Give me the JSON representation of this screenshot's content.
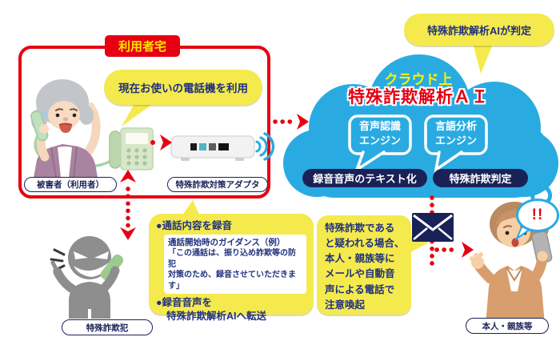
{
  "colors": {
    "red": "#E60012",
    "yellow": "#F4EA4D",
    "cloud_blue": "#29ABE2",
    "navy": "#1A2157",
    "text_navy": "#21317E",
    "label_yellow": "#FFE500",
    "cloud_label_yellow": "#FFF100"
  },
  "home": {
    "title": "利用者宅",
    "bubble_phone_use": "現在お使いの電話機を利用",
    "victim_label": "被害者（利用者）",
    "adapter_label": "特殊詐欺対策アダプタ"
  },
  "cloud": {
    "verdict_bubble": "特殊詐欺解析AIが判定",
    "location": "クラウド上",
    "title": "特殊詐欺解析ＡＩ",
    "engine_left": [
      "音声認識",
      "エンジン"
    ],
    "engine_right": [
      "言語分析",
      "エンジン"
    ],
    "pill_left": "録音音声のテキスト化",
    "pill_right": "特殊詐欺判定"
  },
  "advice_bubble": {
    "bullet1": "●通話内容を録音",
    "guidance_title": "通話開始時のガイダンス（例）",
    "guidance_line1": "「この通話は、振り込め詐欺等の防犯",
    "guidance_line2": "対策のため、録音させていただきます」",
    "bullet2": "●録音音声を",
    "bullet2_line2": "特殊詐欺解析AIへ転送"
  },
  "alert_bubble": {
    "lines": [
      "特殊詐欺である",
      "と疑われる場合、",
      "本人・親族等に",
      "メールや自動音",
      "声による電話で",
      "注意喚起"
    ]
  },
  "fraudster_label": "特殊詐欺犯",
  "person_label": "本人・親族等",
  "alert_mark": "!!",
  "icons": {
    "envelope": "envelope-icon",
    "wifi": "wifi-signal-icon",
    "phone": "landline-phone-icon",
    "adapter": "adapter-device-icon"
  }
}
